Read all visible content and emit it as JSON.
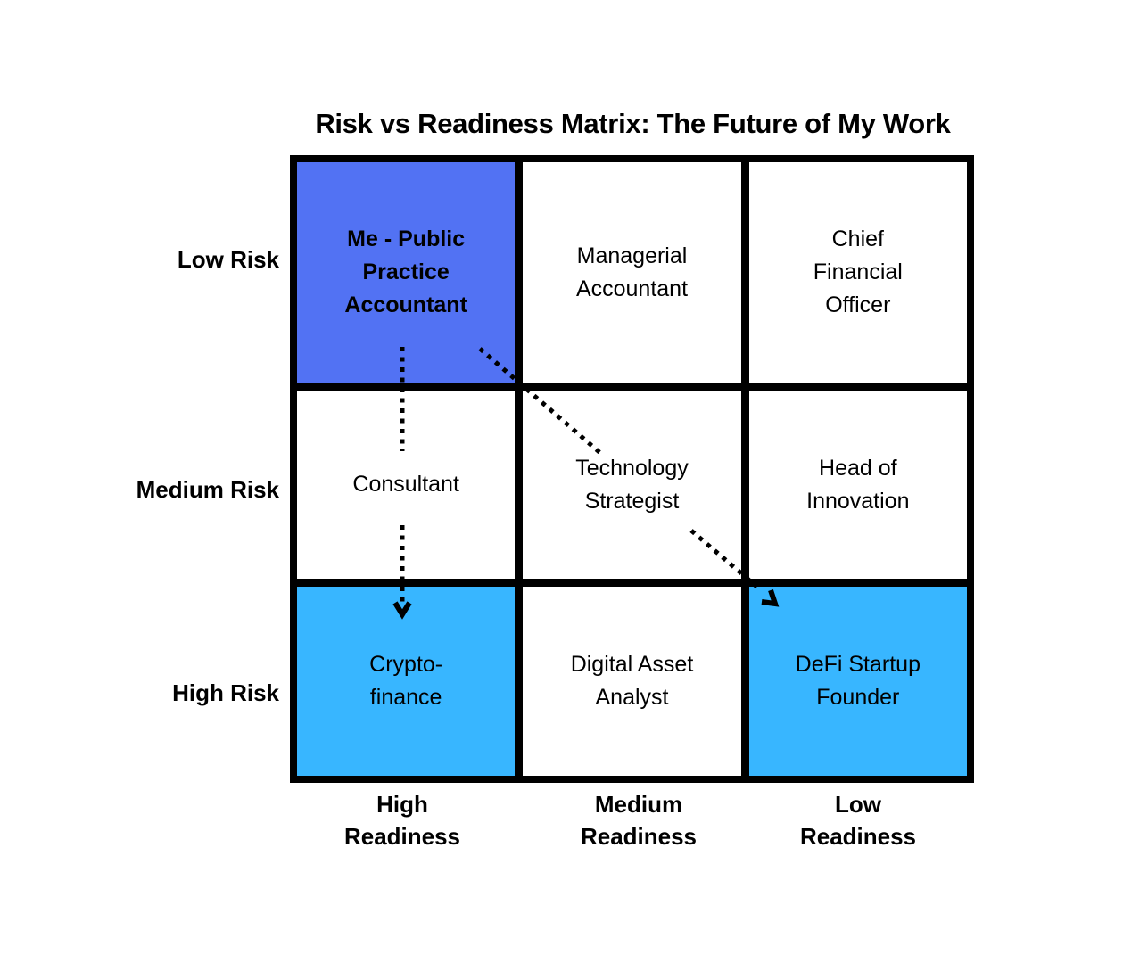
{
  "title": "Risk vs Readiness Matrix: The Future of My Work",
  "colors": {
    "cell-blue": "#5272F3",
    "cell-cyan": "#38B6FF",
    "grid-line": "#000000",
    "bg": "#ffffff"
  },
  "y_axis": {
    "low": "Low Risk",
    "medium": "Medium Risk",
    "high": "High Risk"
  },
  "x_axis": {
    "high": "High\nReadiness",
    "medium": "Medium\nReadiness",
    "low": "Low\nReadiness"
  },
  "matrix": {
    "cells": [
      {
        "row": "Low Risk",
        "col": "High Readiness",
        "label": "Me - Public\nPractice\nAccountant",
        "highlight": "blue",
        "bold": true
      },
      {
        "row": "Low Risk",
        "col": "Medium Readiness",
        "label": "Managerial\nAccountant",
        "highlight": "none"
      },
      {
        "row": "Low Risk",
        "col": "Low Readiness",
        "label": "Chief\nFinancial\nOfficer",
        "highlight": "none"
      },
      {
        "row": "Medium Risk",
        "col": "High Readiness",
        "label": "Consultant",
        "highlight": "none"
      },
      {
        "row": "Medium Risk",
        "col": "Medium Readiness",
        "label": "Technology\nStrategist",
        "highlight": "none"
      },
      {
        "row": "Medium Risk",
        "col": "Low Readiness",
        "label": "Head of\nInnovation",
        "highlight": "none"
      },
      {
        "row": "High Risk",
        "col": "High Readiness",
        "label": "Crypto-\nfinance",
        "highlight": "cyan"
      },
      {
        "row": "High Risk",
        "col": "Medium Readiness",
        "label": "Digital Asset\nAnalyst",
        "highlight": "none"
      },
      {
        "row": "High Risk",
        "col": "Low Readiness",
        "label": "DeFi Startup\nFounder",
        "highlight": "cyan"
      }
    ]
  },
  "arrows": [
    {
      "from": "Me - Public Practice Accountant",
      "to": "Crypto-finance",
      "style": "dotted"
    },
    {
      "from": "Me - Public Practice Accountant",
      "to": "DeFi Startup Founder",
      "style": "dotted"
    }
  ]
}
